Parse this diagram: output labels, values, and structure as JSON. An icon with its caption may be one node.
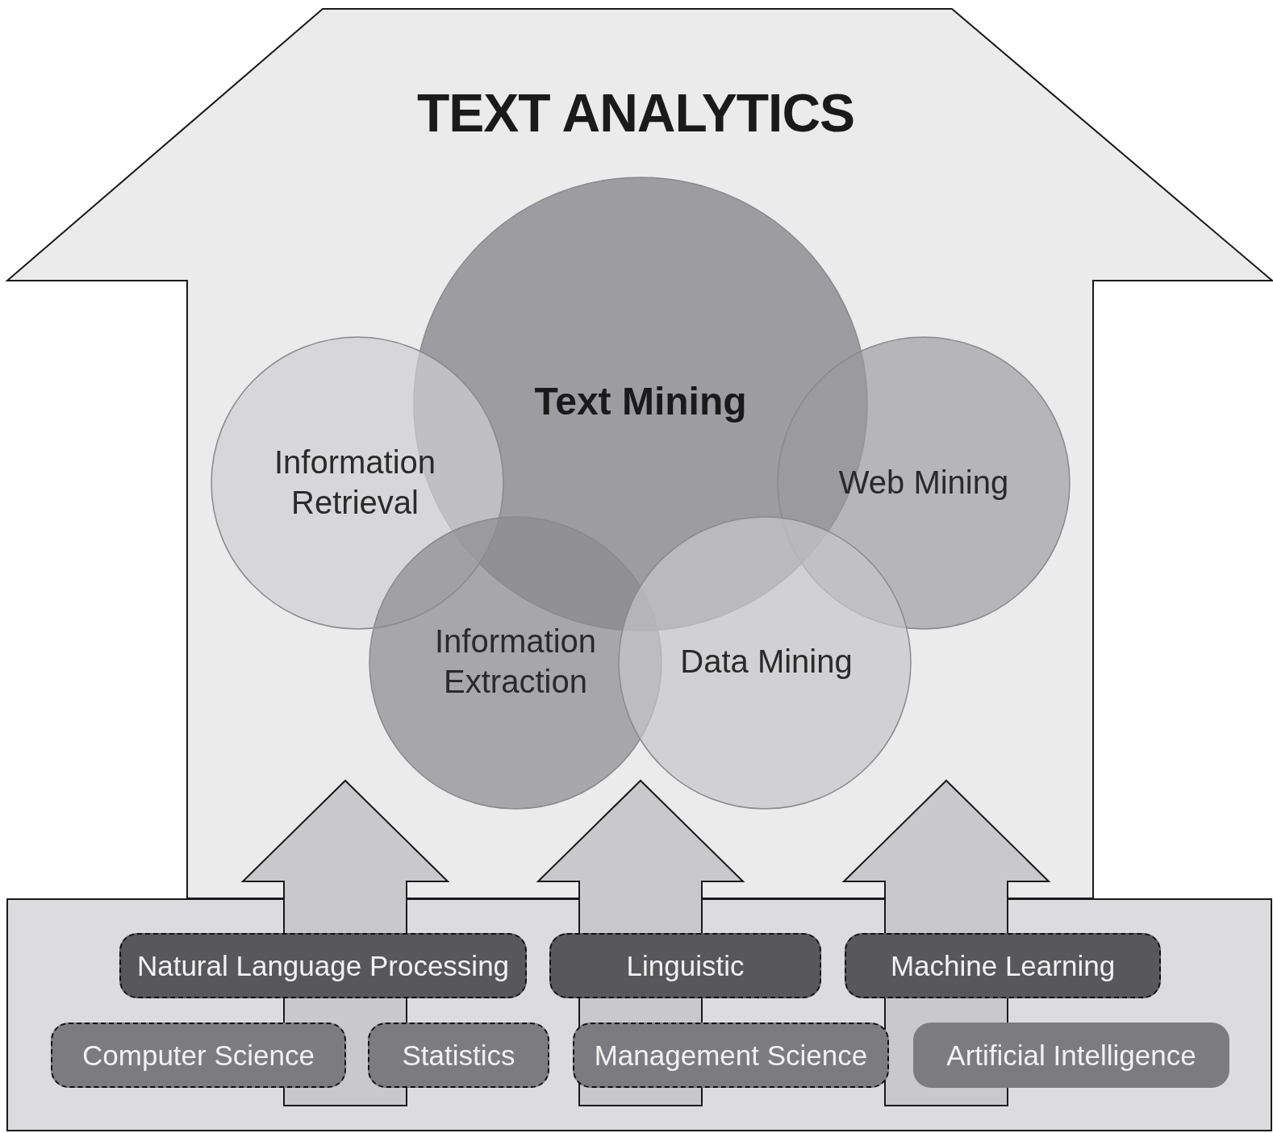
{
  "diagram": {
    "nodes": [
      {
        "text": [
          "TEXT ANALYTICS"
        ]
      },
      {
        "text": [
          "Text Mining"
        ],
        "in": 0
      },
      {
        "text": [
          "Information Retrieval"
        ],
        "in": 0
      },
      {
        "text": [
          "Web Mining"
        ],
        "in": 0
      },
      {
        "text": [
          "Information Extraction"
        ],
        "in": 0
      },
      {
        "text": [
          "Data Mining"
        ],
        "in": 0
      },
      {
        "text": [],
        "shape": "box"
      },
      {
        "text": [
          "Natural Language Processing"
        ],
        "in": 6
      },
      {
        "text": [
          "Linguistic"
        ],
        "in": 6
      },
      {
        "text": [
          "Machine Learning"
        ],
        "in": 6
      },
      {
        "text": [
          "Computer Science"
        ],
        "in": 6
      },
      {
        "text": [
          "Statistics"
        ],
        "in": 6
      },
      {
        "text": [
          "Management Science"
        ],
        "in": 6
      },
      {
        "text": [
          "Artificial Intelligence"
        ],
        "in": 6
      }
    ],
    "edges": [
      {
        "from": 6,
        "to": 0,
        "arrow": "to",
        "style": "thick"
      },
      {
        "from": 6,
        "to": 0,
        "arrow": "to",
        "style": "thick"
      },
      {
        "from": 6,
        "to": 0,
        "arrow": "to",
        "style": "thick"
      }
    ]
  }
}
